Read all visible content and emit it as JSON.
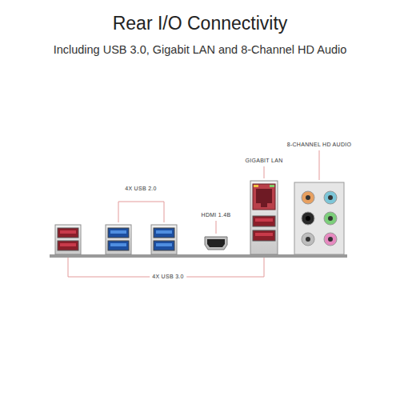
{
  "diagram": {
    "title": "Rear I/O Connectivity",
    "labels": [
      "Including USB 3.0, Gigabit LAN and 8-Channel HD Audio",
      "4X USB 2.0",
      "HDMI 1.4B",
      "GIGABIT LAN",
      "8-CHANNEL HD AUDIO",
      "4X USB 3.0"
    ]
  }
}
